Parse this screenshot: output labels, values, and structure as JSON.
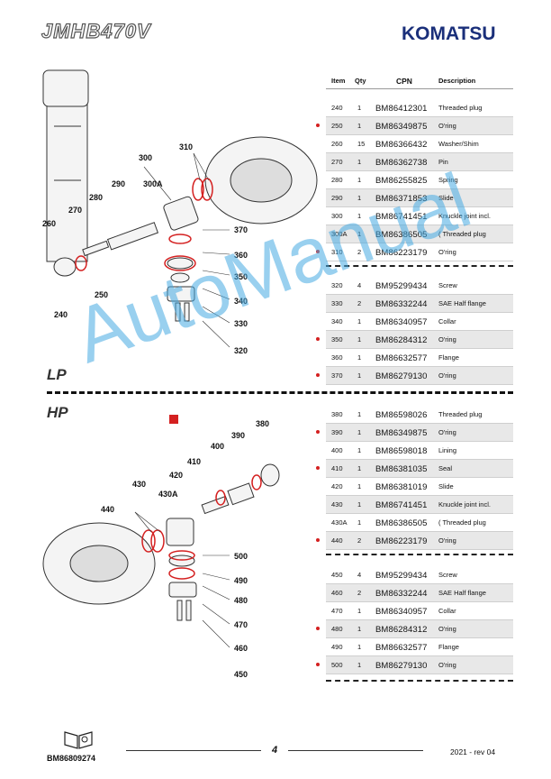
{
  "header": {
    "brand": "JMHB470V",
    "logo": "KOMATSU"
  },
  "columns": {
    "item": "Item",
    "qty": "Qty",
    "cpn": "CPN",
    "desc": "Description"
  },
  "sections": {
    "lp": "LP",
    "hp": "HP"
  },
  "groups": [
    {
      "rows": [
        {
          "item": "240",
          "qty": "1",
          "cpn": "BM86412301",
          "desc": "Threaded plug",
          "mark": false
        },
        {
          "item": "250",
          "qty": "1",
          "cpn": "BM86349875",
          "desc": "O'ring",
          "mark": true
        },
        {
          "item": "260",
          "qty": "15",
          "cpn": "BM86366432",
          "desc": "Washer/Shim",
          "mark": false
        },
        {
          "item": "270",
          "qty": "1",
          "cpn": "BM86362738",
          "desc": "Pin",
          "mark": false
        },
        {
          "item": "280",
          "qty": "1",
          "cpn": "BM86255825",
          "desc": "Spring",
          "mark": false
        },
        {
          "item": "290",
          "qty": "1",
          "cpn": "BM86371853",
          "desc": "Slide",
          "mark": false
        },
        {
          "item": "300",
          "qty": "1",
          "cpn": "BM86741451",
          "desc": "Knuckle joint  incl.",
          "mark": false
        },
        {
          "item": "300A",
          "qty": "1",
          "cpn": "BM86386505",
          "desc": "   ( Threaded plug",
          "mark": false
        },
        {
          "item": "310",
          "qty": "2",
          "cpn": "BM86223179",
          "desc": "O'ring",
          "mark": true
        }
      ]
    },
    {
      "rows": [
        {
          "item": "320",
          "qty": "4",
          "cpn": "BM95299434",
          "desc": "Screw",
          "mark": false
        },
        {
          "item": "330",
          "qty": "2",
          "cpn": "BM86332244",
          "desc": "SAE  Half flange",
          "mark": false
        },
        {
          "item": "340",
          "qty": "1",
          "cpn": "BM86340957",
          "desc": "Collar",
          "mark": false
        },
        {
          "item": "350",
          "qty": "1",
          "cpn": "BM86284312",
          "desc": "O'ring",
          "mark": true
        },
        {
          "item": "360",
          "qty": "1",
          "cpn": "BM86632577",
          "desc": "Flange",
          "mark": false
        },
        {
          "item": "370",
          "qty": "1",
          "cpn": "BM86279130",
          "desc": "O'ring",
          "mark": true
        }
      ]
    },
    {
      "rows": [
        {
          "item": "380",
          "qty": "1",
          "cpn": "BM86598026",
          "desc": "Threaded plug",
          "mark": false
        },
        {
          "item": "390",
          "qty": "1",
          "cpn": "BM86349875",
          "desc": "O'ring",
          "mark": true
        },
        {
          "item": "400",
          "qty": "1",
          "cpn": "BM86598018",
          "desc": "Lining",
          "mark": false
        },
        {
          "item": "410",
          "qty": "1",
          "cpn": "BM86381035",
          "desc": "Seal",
          "mark": true
        },
        {
          "item": "420",
          "qty": "1",
          "cpn": "BM86381019",
          "desc": "Slide",
          "mark": false
        },
        {
          "item": "430",
          "qty": "1",
          "cpn": "BM86741451",
          "desc": "Knuckle joint incl.",
          "mark": false
        },
        {
          "item": "430A",
          "qty": "1",
          "cpn": "BM86386505",
          "desc": "   ( Threaded plug",
          "mark": false
        },
        {
          "item": "440",
          "qty": "2",
          "cpn": "BM86223179",
          "desc": "O'ring",
          "mark": true
        }
      ]
    },
    {
      "rows": [
        {
          "item": "450",
          "qty": "4",
          "cpn": "BM95299434",
          "desc": "Screw",
          "mark": false
        },
        {
          "item": "460",
          "qty": "2",
          "cpn": "BM86332244",
          "desc": "SAE  Half flange",
          "mark": false
        },
        {
          "item": "470",
          "qty": "1",
          "cpn": "BM86340957",
          "desc": "Collar",
          "mark": false
        },
        {
          "item": "480",
          "qty": "1",
          "cpn": "BM86284312",
          "desc": "O'ring",
          "mark": true
        },
        {
          "item": "490",
          "qty": "1",
          "cpn": "BM86632577",
          "desc": "Flange",
          "mark": false
        },
        {
          "item": "500",
          "qty": "1",
          "cpn": "BM86279130",
          "desc": "O'ring",
          "mark": true
        }
      ]
    }
  ],
  "callouts_lp": [
    "310",
    "300",
    "300A",
    "290",
    "280",
    "270",
    "260",
    "250",
    "240",
    "370",
    "360",
    "350",
    "340",
    "330",
    "320"
  ],
  "callouts_hp": [
    "380",
    "390",
    "400",
    "410",
    "420",
    "430",
    "430A",
    "440",
    "500",
    "490",
    "480",
    "470",
    "460",
    "450"
  ],
  "footer": {
    "doc_code": "BM86809274",
    "page": "4",
    "rev": "2021 -  rev 04"
  },
  "watermark": "AutoManual"
}
